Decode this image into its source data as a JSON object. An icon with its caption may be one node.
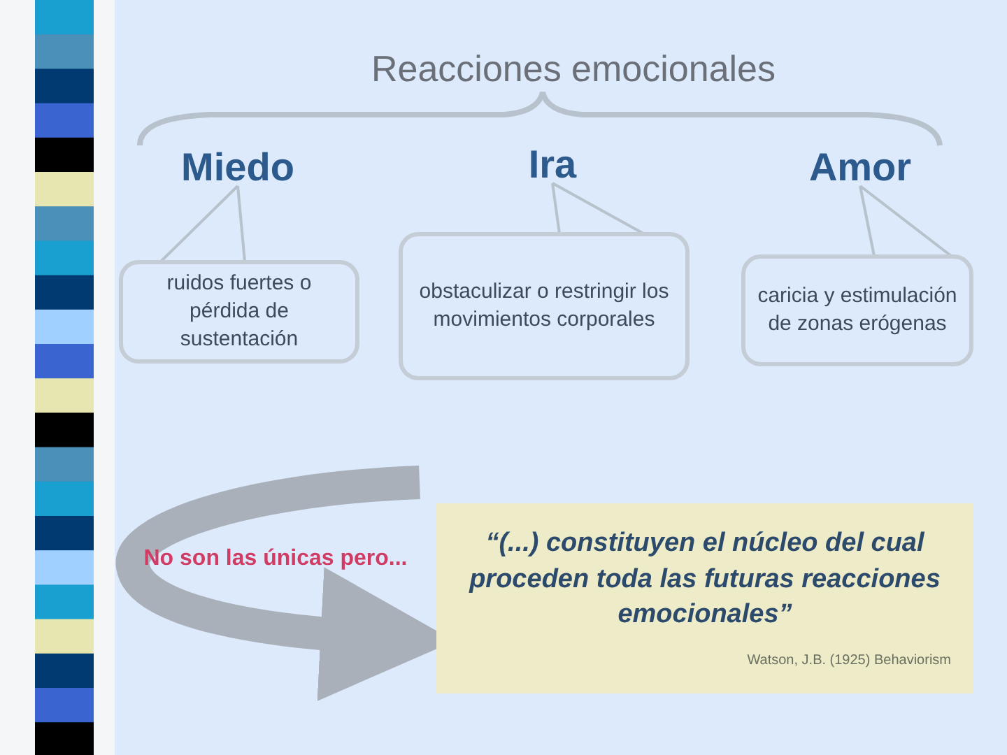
{
  "diagram": {
    "title": "Reacciones emocionales",
    "nodes": [
      {
        "text": [
          "Miedo"
        ]
      },
      {
        "text": [
          "Ira"
        ]
      },
      {
        "text": [
          "Amor"
        ]
      },
      {
        "text": [
          "ruidos fuertes o pérdida de sustentación"
        ]
      },
      {
        "text": [
          "obstaculizar o restringir los movimientos corporales"
        ]
      },
      {
        "text": [
          "caricia y estimulación de zonas erógenas"
        ]
      },
      {
        "text": [
          "“(...) constituyen el núcleo del cual proceden toda las futuras reacciones emocionales”",
          "Watson, J.B. (1925) Behaviorism"
        ]
      }
    ],
    "edges": [
      {
        "from": 3,
        "to": 0,
        "arrow": "none"
      },
      {
        "from": 4,
        "to": 1,
        "arrow": "none"
      },
      {
        "from": 5,
        "to": 2,
        "arrow": "none"
      },
      {
        "from": null,
        "to": 6,
        "arrow": "to",
        "style": "thick",
        "color": "#a9b0ba"
      }
    ],
    "labels": [
      "No son las únicas pero..."
    ]
  }
}
